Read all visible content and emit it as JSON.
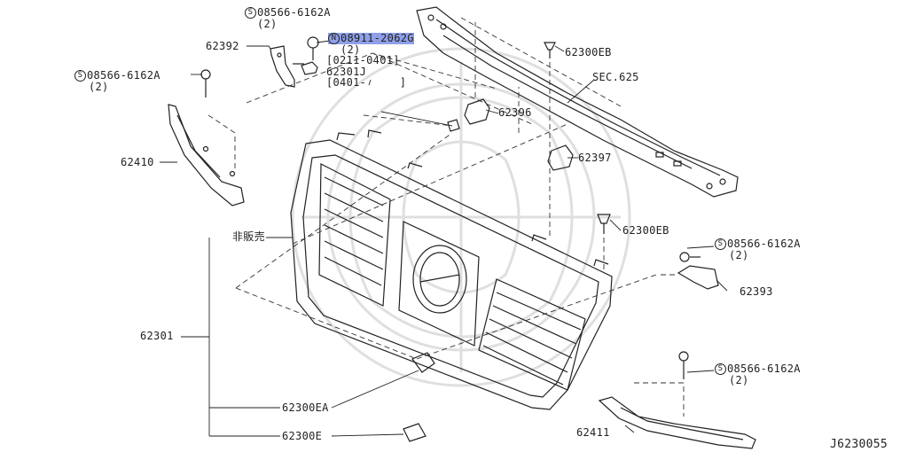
{
  "diagram_id": "J6230055",
  "highlighted_part": "08911-2062G",
  "callouts": {
    "c1": {
      "prefix": "S",
      "part": "08566-6162A",
      "qty": "(2)"
    },
    "c2": {
      "prefix": "N",
      "part": "08911-2062G",
      "qty": "(2)"
    },
    "c2_range": "[0211-0401]",
    "c3": {
      "prefix": "S",
      "part": "08566-6162A",
      "qty": "(2)"
    },
    "c4": {
      "prefix": "S",
      "part": "08566-6162A",
      "qty": "(2)"
    },
    "c5": {
      "prefix": "S",
      "part": "08566-6162A",
      "qty": "(2)"
    },
    "p62392": "62392",
    "p62301J": "62301J",
    "p62301J_range": "[0401-     ]",
    "p62300EB_top": "62300EB",
    "sec625": "SEC.625",
    "p62396": "62396",
    "p62397": "62397",
    "p62410": "62410",
    "p62300EB_mid": "62300EB",
    "not_for_sale": "非販売",
    "p62393": "62393",
    "p62301": "62301",
    "p62300EA": "62300EA",
    "p62300E": "62300E",
    "p62411": "62411"
  }
}
